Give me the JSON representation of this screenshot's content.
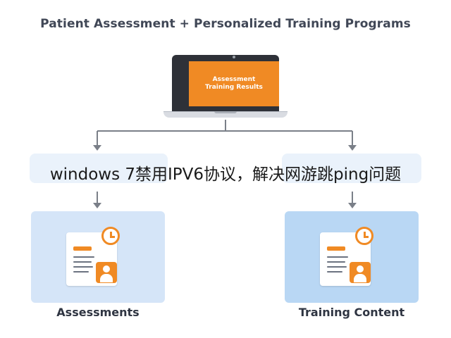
{
  "title": "Patient Assessment + Personalized Training Programs",
  "laptop": {
    "screen_text": "Assessment Training Results",
    "screen_color": "#f08a24"
  },
  "overlay_caption": "windows 7禁用IPV6协议，解决网游跳ping问题",
  "nodes": [
    {
      "label": "Assessments",
      "icon": "document-clock-user-icon",
      "fill": "#d5e5f8"
    },
    {
      "label": "Training Content",
      "icon": "document-clock-user-icon",
      "fill": "#b9d7f4"
    }
  ],
  "colors": {
    "accent": "#f08a24",
    "connector": "#6b7280",
    "title": "#404756"
  }
}
